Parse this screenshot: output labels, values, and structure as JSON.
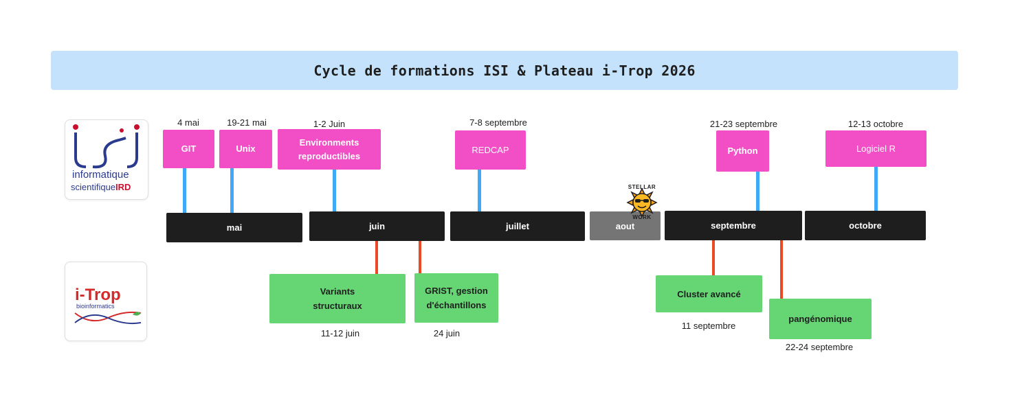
{
  "title": "Cycle de formations ISI & Plateau i-Trop 2026",
  "logos": {
    "isi": {
      "line1": "informatique",
      "line2": "scientifique",
      "ird": "IRD",
      "mark": "ISI"
    },
    "itrop": {
      "name": "i-Trop",
      "sub": "bioinformatics"
    }
  },
  "months": {
    "mai": "mai",
    "juin": "juin",
    "juillet": "juillet",
    "aout": "aout",
    "septembre": "septembre",
    "octobre": "octobre"
  },
  "sticker": {
    "top": "STELLAR",
    "bottom": "WORK"
  },
  "isi_trainings": [
    {
      "label": "GIT",
      "date": "4 mai"
    },
    {
      "label": "Unix",
      "date": "19-21 mai"
    },
    {
      "label": "Environments reproductibles",
      "date": "1-2 Juin"
    },
    {
      "label": "REDCAP",
      "date": "7-8 septembre"
    },
    {
      "label": "Python",
      "date": "21-23 septembre"
    },
    {
      "label": "Logiciel R",
      "date": "12-13 octobre"
    }
  ],
  "itrop_trainings": [
    {
      "label": "Variants structuraux",
      "date": "11-12 juin"
    },
    {
      "label": "GRIST, gestion d'échantillons",
      "date": "24 juin"
    },
    {
      "label": "Cluster avancé",
      "date": "11 septembre"
    },
    {
      "label": "pangénomique",
      "date": "22-24 septembre"
    }
  ],
  "colors": {
    "isi": "#f24fc6",
    "itrop": "#66d675",
    "isi_connector": "#3fa9f5",
    "itrop_connector": "#ec4a24",
    "banner": "#c4e2fb",
    "month": "#1e1e1e"
  }
}
